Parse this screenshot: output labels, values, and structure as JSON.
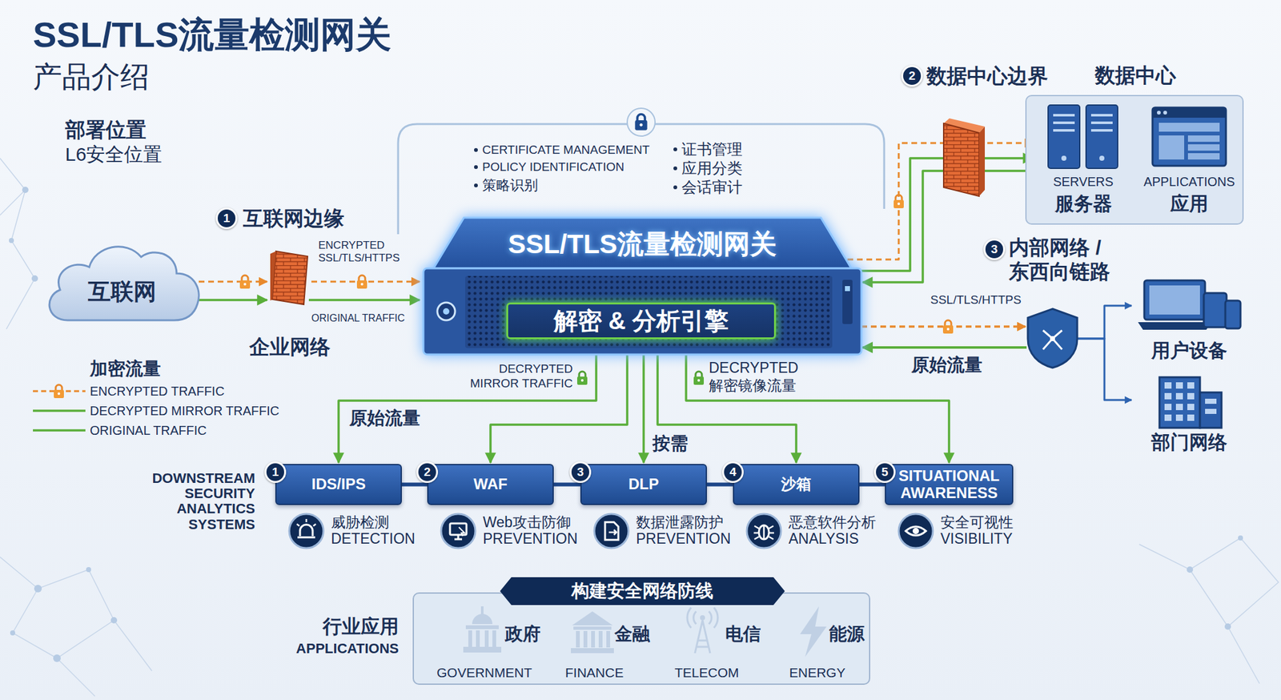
{
  "diagram": {
    "title": "SSL/TLS流量检测网关",
    "nodes": [
      {
        "text": [
          "互联网"
        ]
      },
      {
        "text": [
          "企业网络"
        ]
      },
      {
        "text": [
          "SSL/TLS流量检测网关"
        ]
      },
      {
        "text": [
          "解密 & 分析引擎"
        ],
        "in": 2
      },
      {
        "text": [
          "数据中心"
        ]
      },
      {
        "text": [
          "SERVERS",
          "服务器"
        ],
        "in": 4
      },
      {
        "text": [
          "APPLICATIONS",
          "应用"
        ],
        "in": 4
      },
      {
        "text": [
          "用户设备"
        ]
      },
      {
        "text": [
          "部门网络"
        ]
      },
      {
        "text": [
          "IDS/IPS"
        ]
      },
      {
        "text": [
          "WAF"
        ]
      },
      {
        "text": [
          "DLP"
        ]
      },
      {
        "text": [
          "沙箱"
        ]
      },
      {
        "text": [
          "SITUATIONAL AWARENESS"
        ]
      },
      {
        "text": [
          "构建安全网络防线"
        ]
      }
    ],
    "edges": [
      {
        "from": 0,
        "to": 1,
        "arrow": "to"
      },
      {
        "from": 1,
        "to": 2,
        "arrow": "to"
      },
      {
        "from": 2,
        "to": 5,
        "arrow": "both"
      },
      {
        "from": 2,
        "to": 7,
        "arrow": "both"
      },
      {
        "from": 2,
        "to": 8,
        "arrow": "both"
      },
      {
        "from": 2,
        "to": 9,
        "label": "原始流量",
        "arrow": "to"
      },
      {
        "from": 2,
        "to": 10,
        "arrow": "to"
      },
      {
        "from": 2,
        "to": 11,
        "label": "按需",
        "arrow": "to"
      },
      {
        "from": 2,
        "to": 12,
        "arrow": "to"
      },
      {
        "from": 2,
        "to": 13,
        "arrow": "to"
      },
      {
        "from": 9,
        "to": 10,
        "arrow": "none"
      },
      {
        "from": 10,
        "to": 11,
        "arrow": "none"
      },
      {
        "from": 11,
        "to": 12,
        "arrow": "none"
      },
      {
        "from": 12,
        "to": 13,
        "arrow": "none"
      }
    ],
    "labels": [
      "产品介绍",
      "部署位置",
      "L6安全位置",
      "1",
      "互联网边缘",
      "2",
      "数据中心边界",
      "3",
      "内部网络 / 东西向链路",
      "CERTIFICATE MANAGEMENT",
      "POLICY IDENTIFICATION",
      "策略识别",
      "证书管理",
      "应用分类",
      "会话审计",
      "ENCRYPTED SSL/TLS/HTTPS",
      "ORIGINAL TRAFFIC",
      "SSL/TLS/HTTPS",
      "原始流量",
      "DECRYPTED MIRROR TRAFFIC",
      "DECRYPTED 解密镜像流量",
      "DOWNSTREAM SECURITY ANALYTICS SYSTEMS",
      "1",
      "2",
      "3",
      "4",
      "5",
      "威胁检测 DETECTION",
      "Web攻击防御 PREVENTION",
      "数据泄露防护 PREVENTION",
      "恶意软件分析 ANALYSIS",
      "安全可视性 VISIBILITY",
      "行业应用",
      "APPLICATIONS",
      "政府",
      "GOVERNMENT",
      "金融",
      "FINANCE",
      "电信",
      "TELECOM",
      "能源",
      "ENERGY",
      "加密流量"
    ],
    "legend": [
      {
        "text": "ENCRYPTED TRAFFIC"
      },
      {
        "text": "DECRYPTED MIRROR TRAFFIC"
      },
      {
        "text": "ORIGINAL TRAFFIC"
      }
    ]
  }
}
